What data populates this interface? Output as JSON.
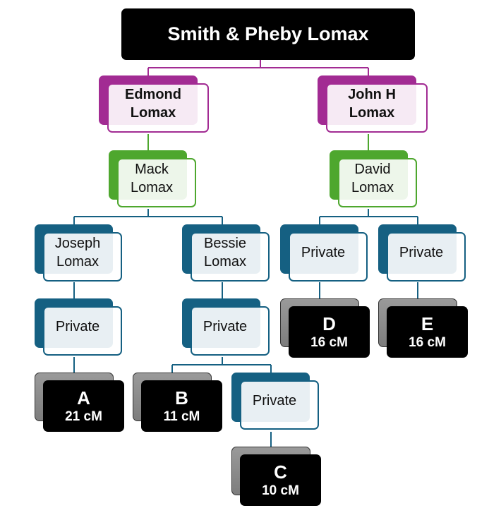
{
  "root": {
    "label": "Smith & Pheby Lomax"
  },
  "colors": {
    "purple": "#A22B93",
    "green": "#4EA72E",
    "blue": "#156082",
    "dna": "#000000"
  },
  "people": {
    "edmond": {
      "line1": "Edmond",
      "line2": "Lomax"
    },
    "john": {
      "line1": "John H",
      "line2": "Lomax"
    },
    "mack": {
      "line1": "Mack",
      "line2": "Lomax"
    },
    "david": {
      "line1": "David",
      "line2": "Lomax"
    },
    "joseph": {
      "line1": "Joseph",
      "line2": "Lomax"
    },
    "bessie": {
      "line1": "Bessie",
      "line2": "Lomax"
    },
    "private_1": {
      "line1": "Private"
    },
    "private_2": {
      "line1": "Private"
    },
    "private_3": {
      "line1": "Private"
    },
    "private_4": {
      "line1": "Private"
    },
    "private_5": {
      "line1": "Private"
    }
  },
  "matches": {
    "a": {
      "letter": "A",
      "cm": "21 cM"
    },
    "b": {
      "letter": "B",
      "cm": "11 cM"
    },
    "c": {
      "letter": "C",
      "cm": "10 cM"
    },
    "d": {
      "letter": "D",
      "cm": "16 cM"
    },
    "e": {
      "letter": "E",
      "cm": "16 cM"
    }
  }
}
